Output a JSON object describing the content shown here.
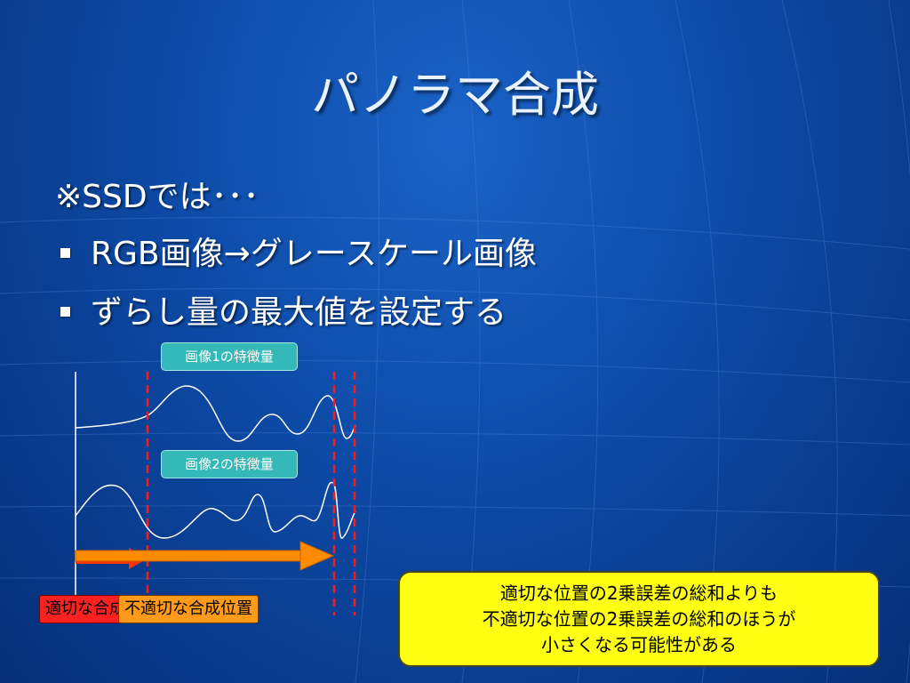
{
  "slide": {
    "title": "パノラマ合成",
    "heading": "※SSDでは･･･",
    "bullets": [
      "RGB画像→グレースケール画像",
      "ずらし量の最大値を設定する"
    ]
  },
  "diagram": {
    "feature1_label": "画像1の特徴量",
    "feature2_label": "画像2の特徴量",
    "correct_label": "適切な合成位置",
    "incorrect_label": "不適切な合成位置",
    "colors": {
      "guide": "#ff1a1a",
      "arrow_short": "#ff3300",
      "arrow_long": "#ff8c00",
      "feature_box": "#35b8b8",
      "callout": "#ffff14"
    }
  },
  "callout": {
    "lines": [
      "適切な位置の2乗誤差の総和よりも",
      "不適切な位置の2乗誤差の総和のほうが",
      "小さくなる可能性がある"
    ]
  }
}
